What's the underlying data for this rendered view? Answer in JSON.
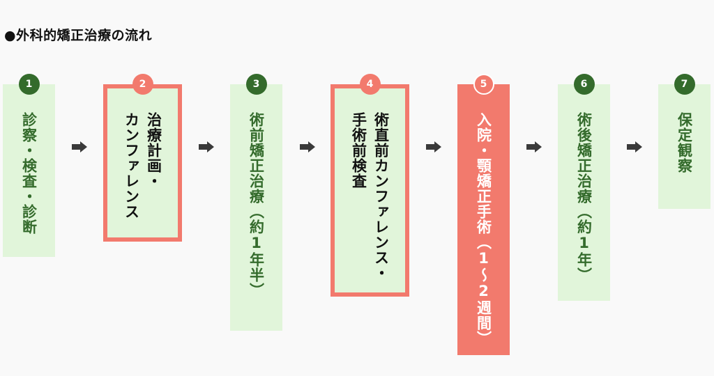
{
  "title": "●外科的矯正治療の流れ",
  "colors": {
    "box_green": "#e1f5da",
    "text_green": "#346b2c",
    "accent_salmon": "#f27a6d",
    "arrow": "#3a3a3a",
    "background": "#f9f9f9"
  },
  "steps": [
    {
      "number": "1",
      "label": "診察・検査・診断",
      "style": "plain"
    },
    {
      "number": "2",
      "label": "治療計画・\nカンファレンス",
      "style": "outlined"
    },
    {
      "number": "3",
      "label": "術前矯正治療（約1年半）",
      "style": "plain"
    },
    {
      "number": "4",
      "label": "術直前カンファレンス・\n手術前検査",
      "style": "outlined"
    },
    {
      "number": "5",
      "label": "入院・顎矯正手術（1〜2週間）",
      "style": "filled"
    },
    {
      "number": "6",
      "label": "術後矯正治療（約1年）",
      "style": "plain"
    },
    {
      "number": "7",
      "label": "保定観察",
      "style": "plain"
    }
  ],
  "arrow_icon": "right-arrow-icon"
}
